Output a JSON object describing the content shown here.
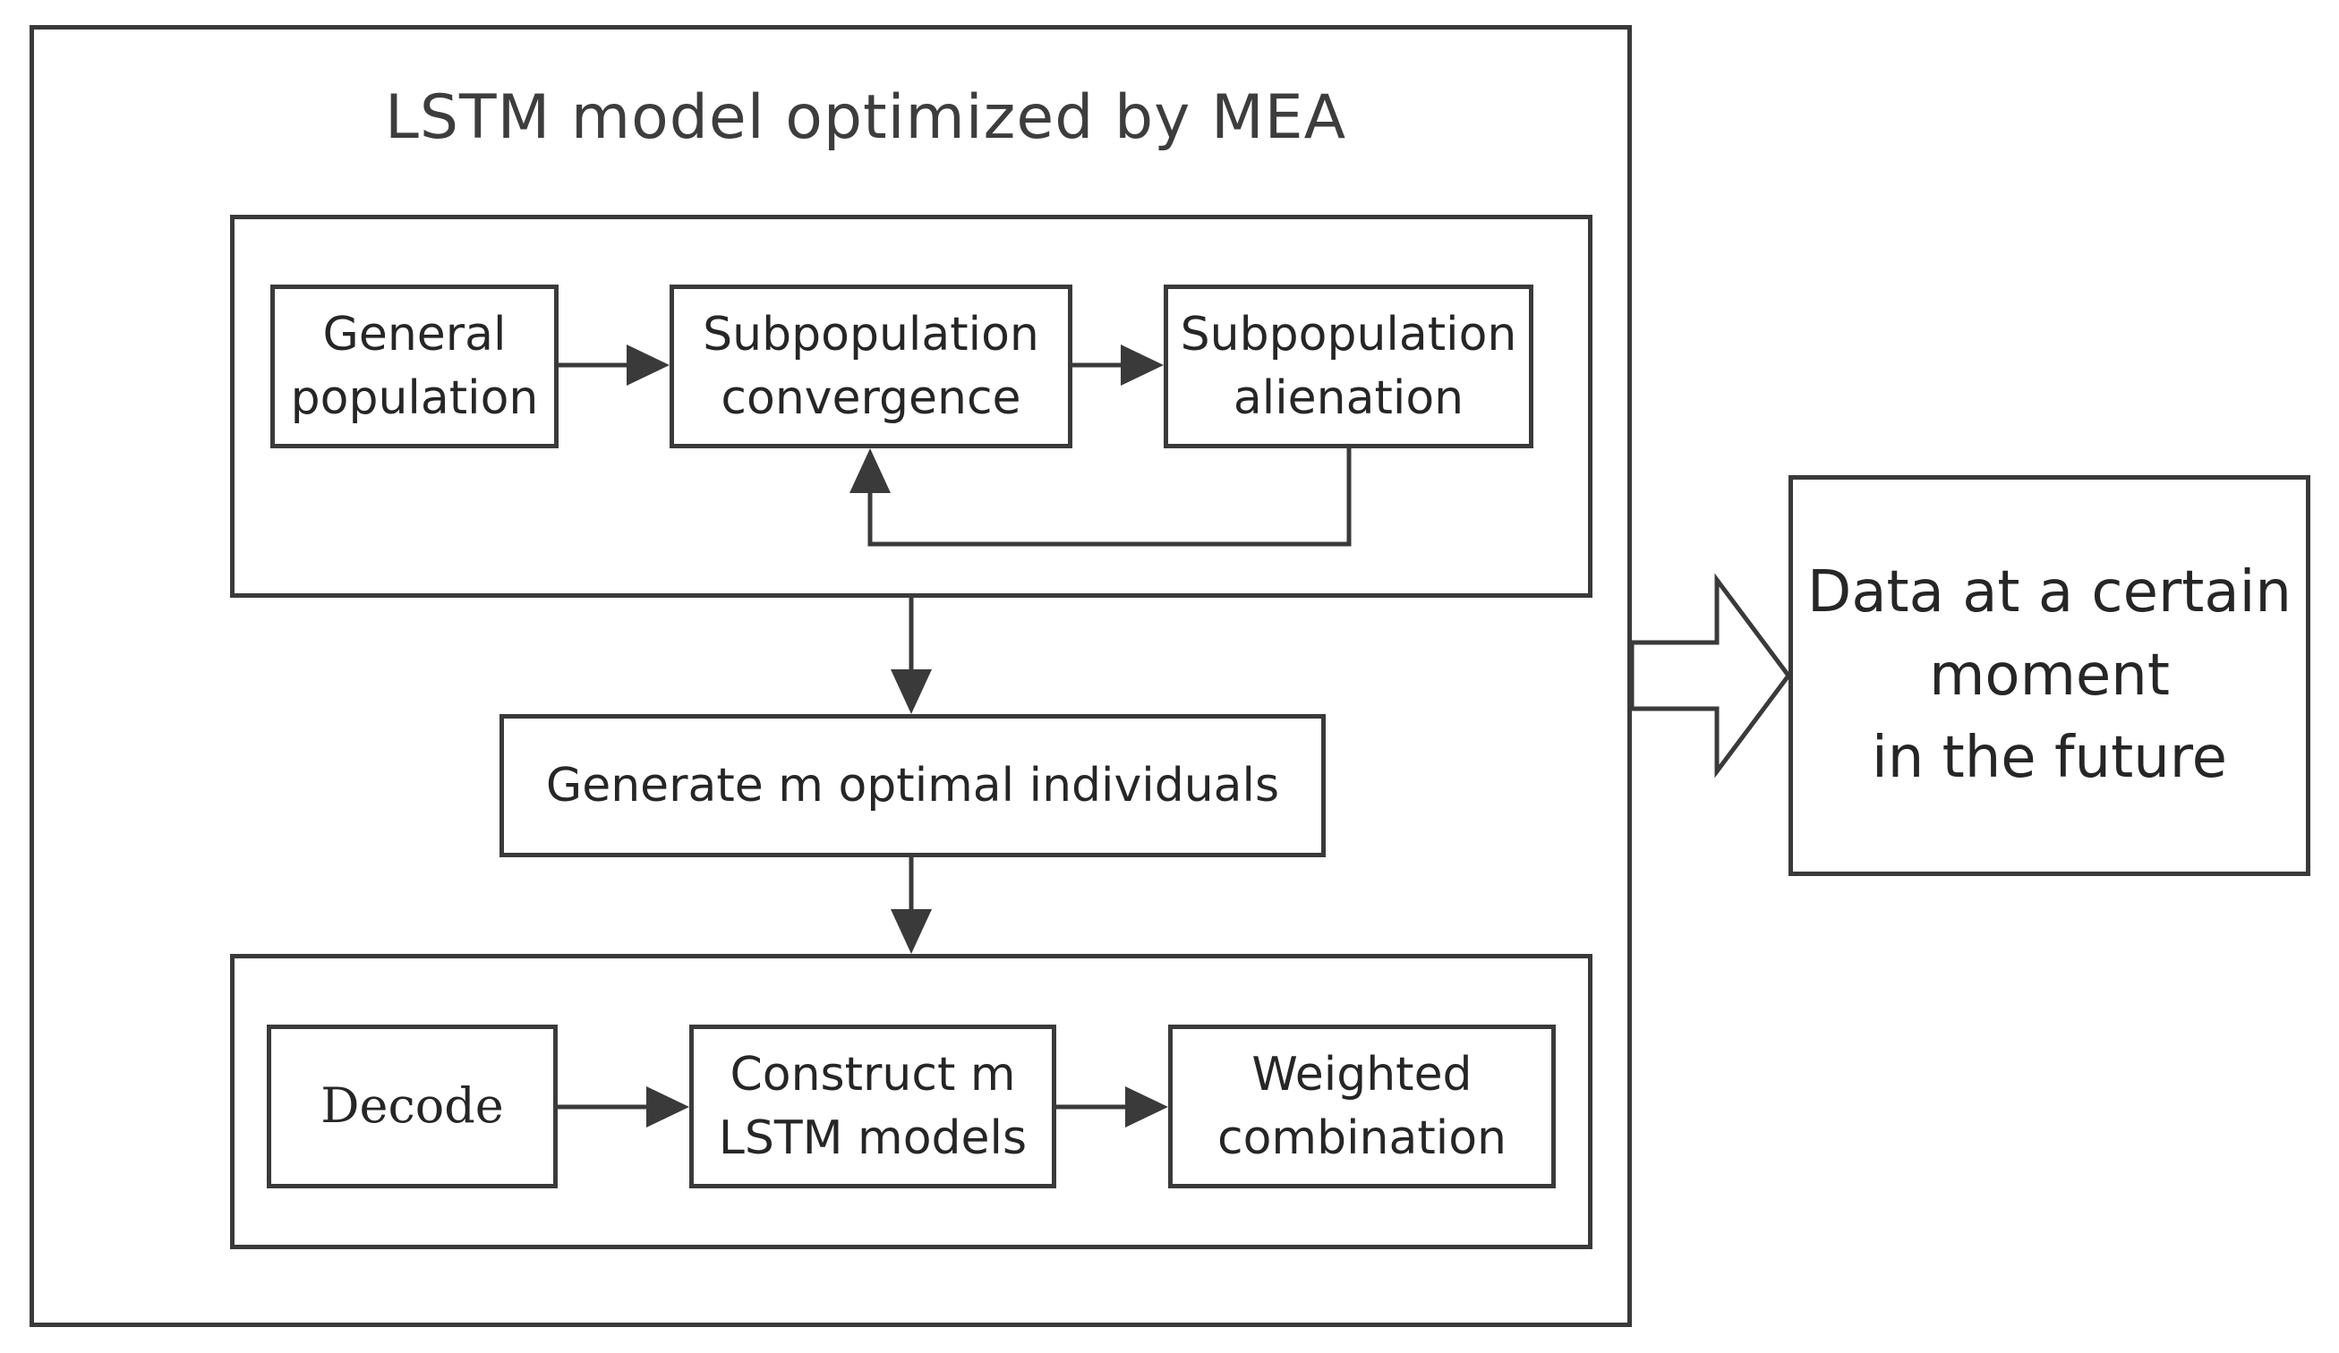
{
  "title": "LSTM model optimized  by MEA",
  "stage1": {
    "general_population": "General\npopulation",
    "subpopulation_convergence": "Subpopulation\nconvergence",
    "subpopulation_alienation": "Subpopulation\nalienation"
  },
  "generate": "Generate m optimal individuals",
  "stage2": {
    "decode": "Decode",
    "construct": "Construct m\nLSTM models",
    "weighted": "Weighted\ncombination"
  },
  "output": "Data at a certain\nmoment\nin the future"
}
